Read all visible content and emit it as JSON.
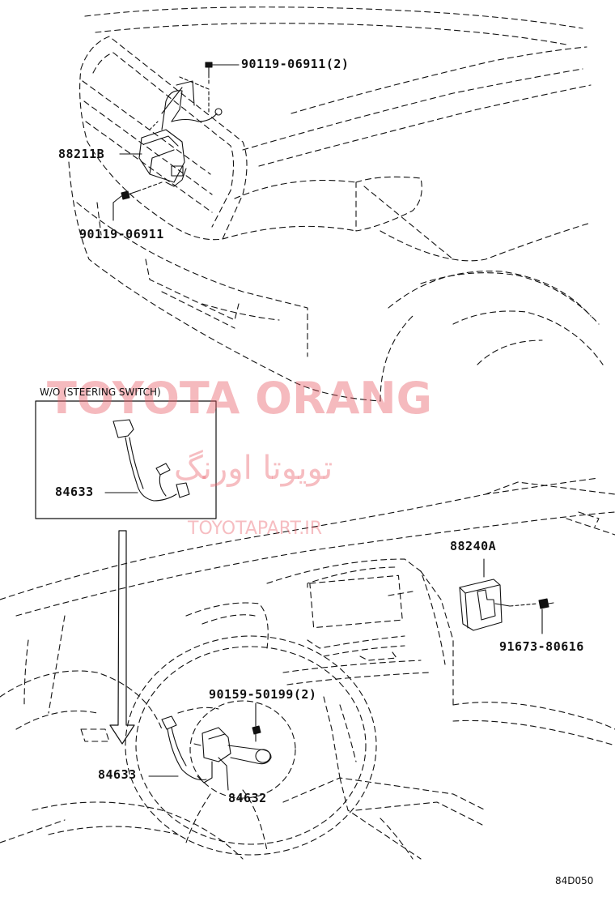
{
  "parts": {
    "bolt_top": "90119-06911(2)",
    "sensor_front": "88211B",
    "bolt_front": "90119-06911",
    "wire_inset": "84633",
    "control_unit": "88240A",
    "screw_unit": "91673-80616",
    "screw_switch": "90159-50199(2)",
    "wire_steering": "84633",
    "switch_steering": "84632"
  },
  "inset": {
    "title": "W/O (STEERING SWITCH)"
  },
  "watermark": {
    "brand": "TOYOTA ORANG",
    "brand_fa": "تویوتا اورنگ",
    "url": "TOYOTAPART.IR"
  },
  "diagram_code": "84D050"
}
